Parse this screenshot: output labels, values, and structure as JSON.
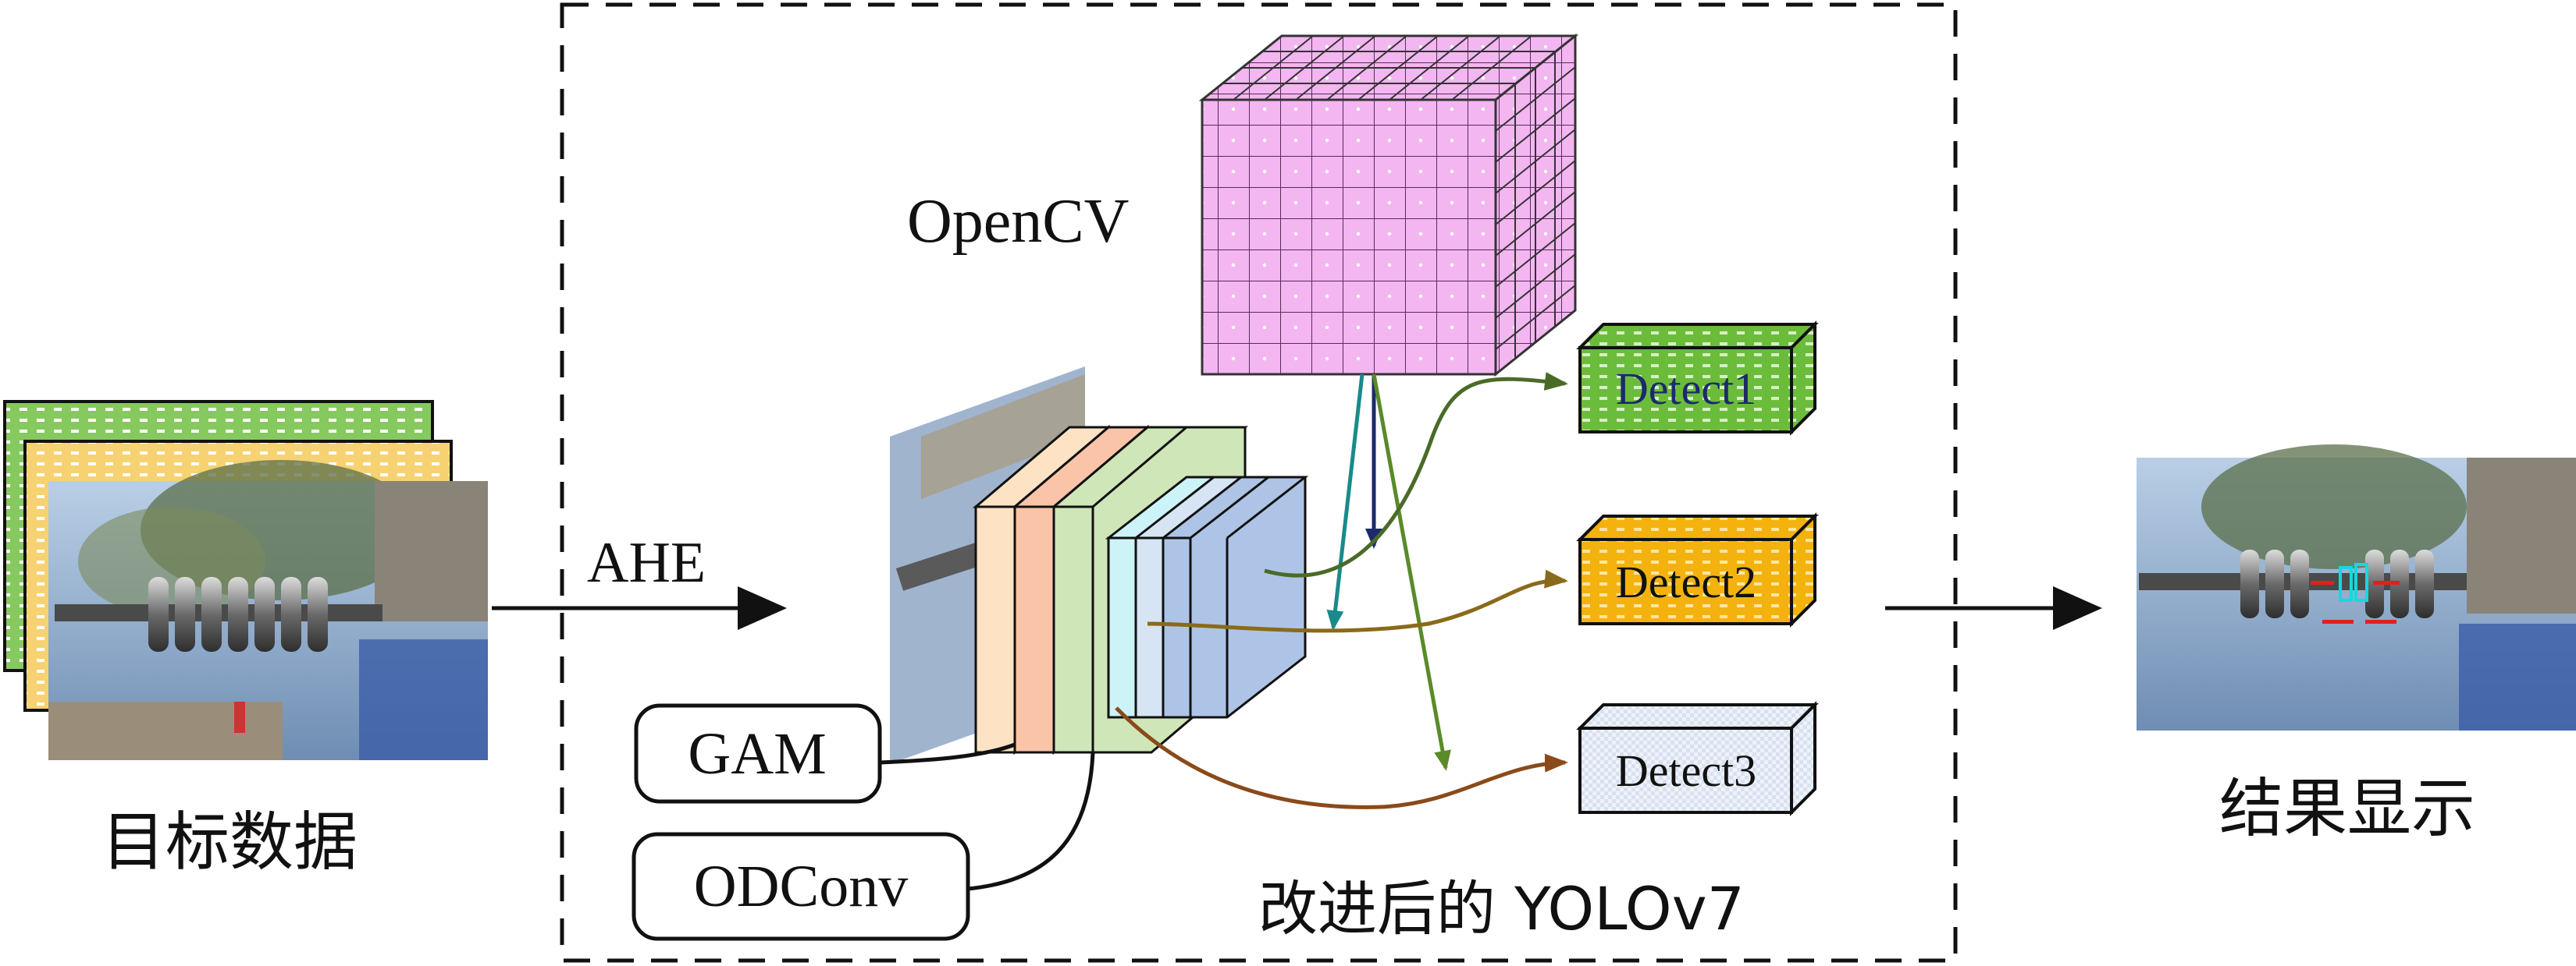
{
  "input_label": "目标数据",
  "ahe_label": "AHE",
  "opencv_label": "OpenCV",
  "gam_label": "GAM",
  "odconv_label": "ODConv",
  "model_label": "改进后的 YOLOv7",
  "detect_heads": [
    {
      "label": "Detect1",
      "color": "#7cc443"
    },
    {
      "label": "Detect2",
      "color": "#f6b912"
    },
    {
      "label": "Detect3",
      "color": "#e8eef8"
    }
  ],
  "result_label": "结果显示",
  "colors": {
    "cube_fill": "#f3b6f0",
    "cube_grid": "#333333",
    "layer_peach": "#fde3c4",
    "layer_salmon": "#f9c4a8",
    "layer_green": "#cfe6b8",
    "layer_cyan": "#ccf4f8",
    "layer_lightblue": "#d6e4f4",
    "layer_blue": "#aec4e6",
    "frame_green": "#8fcf6b",
    "frame_yellow": "#f7d983",
    "arrow_navy": "#1c2a6b",
    "arrow_teal": "#1a8a8a",
    "arrow_olive_green": "#5a8a2a",
    "arrow_dark_green": "#4a6b28",
    "arrow_olive_brown": "#8a6a1a",
    "arrow_brown": "#8a4a1a"
  },
  "icons": [
    "insulator-photo-icon",
    "feature-cube-icon",
    "result-photo-icon"
  ]
}
